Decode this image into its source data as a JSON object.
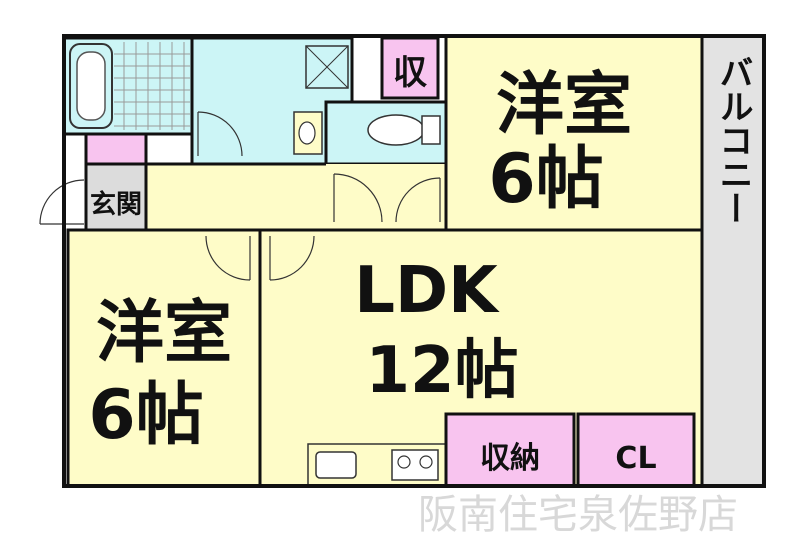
{
  "rooms": {
    "western_a": {
      "name": "洋室",
      "size": "6帖"
    },
    "western_b": {
      "name": "洋室",
      "size": "6帖"
    },
    "ldk": {
      "name": "LDK",
      "size": "12帖"
    },
    "storage_a": {
      "label": "収"
    },
    "storage_b": {
      "label": "収納"
    },
    "closet": {
      "label": "CL"
    },
    "entrance": {
      "label": "玄関"
    },
    "balcony": {
      "label": "バルコニー"
    }
  },
  "watermark": "阪南住宅泉佐野店",
  "colors": {
    "room": "#fefcc8",
    "wet_area": "#ccf5f6",
    "storage": "#f8c4ef",
    "balcony": "#e3e3e3",
    "entrance": "#dcdcdc",
    "wall": "#111111"
  }
}
